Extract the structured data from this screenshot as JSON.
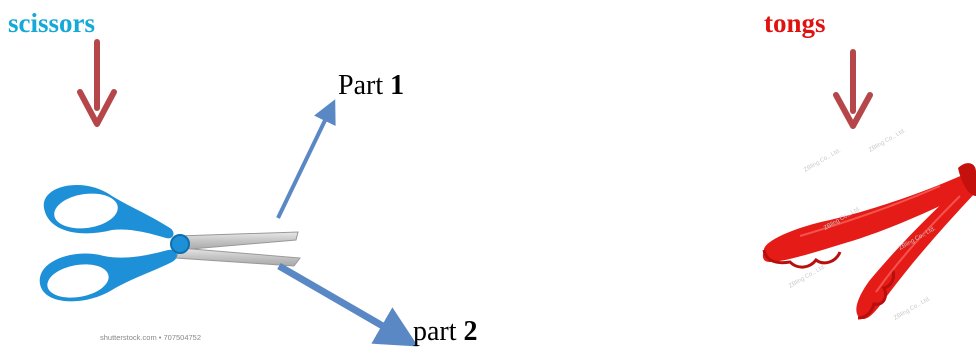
{
  "items": {
    "scissors": {
      "label": "scissors",
      "color": "#14a9d6",
      "arrow_color": "#b5474a"
    },
    "tongs": {
      "label": "tongs",
      "color": "#e0120f",
      "arrow_color": "#b5474a"
    }
  },
  "parts": {
    "part1": {
      "prefix": "Part ",
      "number": "1"
    },
    "part2": {
      "prefix": "part ",
      "number": "2"
    },
    "arrow_color": "#5a88c4"
  },
  "images": {
    "scissors_credit": "shutterstock.com • 707504752",
    "tongs_watermark": "ZBling Co., Ltd."
  }
}
